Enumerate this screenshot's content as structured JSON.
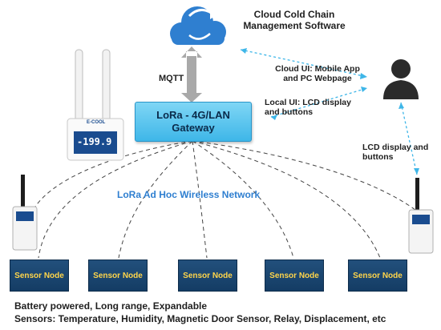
{
  "cloud": {
    "title_line1": "Cloud Cold Chain",
    "title_line2": "Management Software"
  },
  "gateway": {
    "line1": "LoRa - 4G/LAN",
    "line2": "Gateway",
    "display_value": "-199.9",
    "brand": "E-COOL"
  },
  "link_labels": {
    "mqtt": "MQTT",
    "cloud_ui_line1": "Cloud UI: Mobile App",
    "cloud_ui_line2": "and PC Webpage",
    "local_ui_line1": "Local UI: LCD display",
    "local_ui_line2": "and buttons",
    "lcd_line1": "LCD display and",
    "lcd_line2": "buttons"
  },
  "network": {
    "title": "LoRa Ad Hoc Wireless Network"
  },
  "nodes": [
    {
      "label": "Sensor Node"
    },
    {
      "label": "Sensor Node"
    },
    {
      "label": "Sensor Node"
    },
    {
      "label": "Sensor Node"
    },
    {
      "label": "Sensor Node"
    }
  ],
  "footer": {
    "line1": "Battery powered, Long range, Expandable",
    "line2": "Sensors: Temperature, Humidity, Magnetic Door Sensor, Relay, Displacement, etc"
  },
  "colors": {
    "accent": "#3eb6e8",
    "node_bg": "#1b4670",
    "node_text": "#ffd54a",
    "network_text": "#2f7fd0"
  },
  "icons": [
    "cloud-sync-icon",
    "user-icon",
    "wireless-sensor-icon"
  ]
}
